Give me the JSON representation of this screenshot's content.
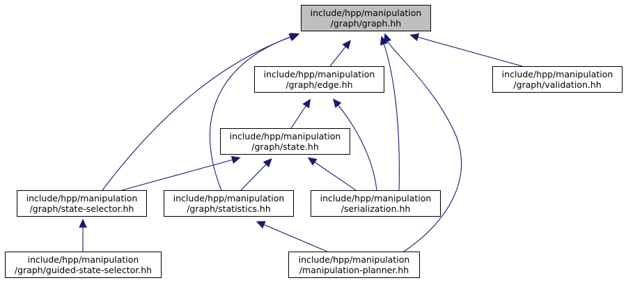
{
  "colors": {
    "edge": "#191970",
    "node_fill": "#ffffff",
    "focus_fill": "#bfbfbf",
    "node_border": "#000000"
  },
  "nodes": [
    {
      "id": "graph",
      "line1": "include/hpp/manipulation",
      "line2": "/graph/graph.hh",
      "focus": true
    },
    {
      "id": "edge",
      "line1": "include/hpp/manipulation",
      "line2": "/graph/edge.hh"
    },
    {
      "id": "validation",
      "line1": "include/hpp/manipulation",
      "line2": "/graph/validation.hh"
    },
    {
      "id": "state",
      "line1": "include/hpp/manipulation",
      "line2": "/graph/state.hh"
    },
    {
      "id": "state-selector",
      "line1": "include/hpp/manipulation",
      "line2": "/graph/state-selector.hh"
    },
    {
      "id": "statistics",
      "line1": "include/hpp/manipulation",
      "line2": "/graph/statistics.hh"
    },
    {
      "id": "serialization",
      "line1": "include/hpp/manipulation",
      "line2": "/serialization.hh"
    },
    {
      "id": "guided-state-selector",
      "line1": "include/hpp/manipulation",
      "line2": "/graph/guided-state-selector.hh"
    },
    {
      "id": "manipulation-planner",
      "line1": "include/hpp/manipulation",
      "line2": "/manipulation-planner.hh"
    }
  ],
  "edges": [
    {
      "from": "edge",
      "to": "graph"
    },
    {
      "from": "validation",
      "to": "graph"
    },
    {
      "from": "state-selector",
      "to": "graph"
    },
    {
      "from": "statistics",
      "to": "graph"
    },
    {
      "from": "serialization",
      "to": "graph"
    },
    {
      "from": "manipulation-planner",
      "to": "graph"
    },
    {
      "from": "state",
      "to": "edge"
    },
    {
      "from": "serialization",
      "to": "edge"
    },
    {
      "from": "state-selector",
      "to": "state"
    },
    {
      "from": "statistics",
      "to": "state"
    },
    {
      "from": "serialization",
      "to": "state"
    },
    {
      "from": "guided-state-selector",
      "to": "state-selector"
    },
    {
      "from": "manipulation-planner",
      "to": "statistics"
    }
  ]
}
